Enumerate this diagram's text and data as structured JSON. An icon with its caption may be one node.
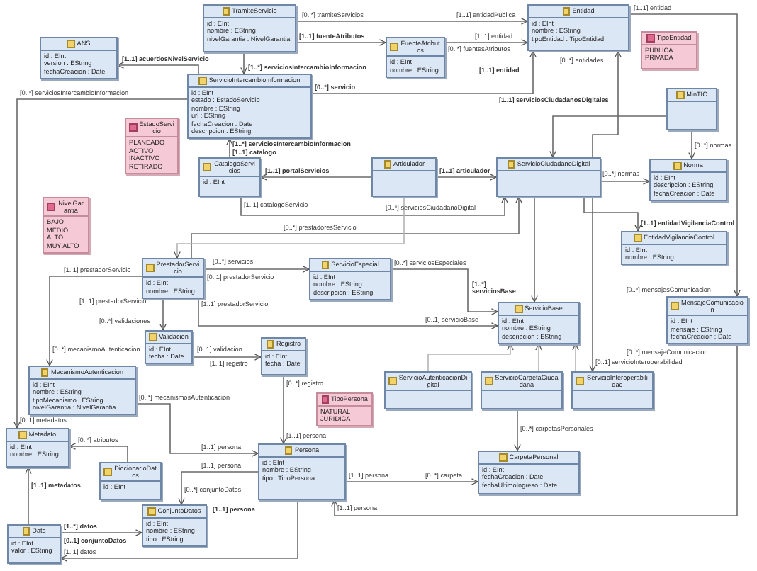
{
  "diagram": {
    "nodes": [
      {
        "text": [
          "TramiteServicio",
          "id : EInt",
          "nombre : EString",
          "nivelGarantia : NivelGarantia"
        ]
      },
      {
        "text": [
          "ANS",
          "id : EInt",
          "version : EString",
          "fechaCreacion : Date"
        ]
      },
      {
        "text": [
          "Entidad",
          "id : EInt",
          "nombre : EString",
          "tipoEntidad : TipoEntidad"
        ]
      },
      {
        "text": [
          "FuenteAtributos",
          "id : EInt",
          "nombre : EString"
        ]
      },
      {
        "text": [
          "ServicioIntercambioInformacion",
          "id : EInt",
          "estado : EstadoServicio",
          "nombre : EString",
          "url : EString",
          "fechaCreacion : Date",
          "descripcion : EString"
        ]
      },
      {
        "text": [
          "TipoEntidad",
          "PUBLICA",
          "PRIVADA"
        ]
      },
      {
        "text": [
          "EstadoServicio",
          "PLANEADO",
          "ACTIVO",
          "INACTIVO",
          "RETIRADO"
        ]
      },
      {
        "text": [
          "MinTIC"
        ]
      },
      {
        "text": [
          "CatalogoServicios",
          "id : EInt"
        ]
      },
      {
        "text": [
          "Articulador"
        ]
      },
      {
        "text": [
          "ServicioCiudadanoDigital"
        ]
      },
      {
        "text": [
          "Norma",
          "id : EInt",
          "descripcion : EString",
          "fechaCreacion : Date"
        ]
      },
      {
        "text": [
          "NivelGarantia",
          "BAJO",
          "MEDIO",
          "ALTO",
          "MUY ALTO"
        ]
      },
      {
        "text": [
          "EntidadVigilanciaControl",
          "id : EInt",
          "nombre : EString"
        ]
      },
      {
        "text": [
          "PrestadorServicio",
          "id : EInt",
          "nombre : EString"
        ]
      },
      {
        "text": [
          "ServicioEspecial",
          "id : EInt",
          "nombre : EString",
          "descripcion : EString"
        ]
      },
      {
        "text": [
          "MensajeComunicacion",
          "id : EInt",
          "mensaje : EString",
          "fechaCreacion : Date"
        ]
      },
      {
        "text": [
          "ServicioBase",
          "id : EInt",
          "nombre : EString",
          "descripcion : EString"
        ]
      },
      {
        "text": [
          "Validacion",
          "id : EInt",
          "fecha : Date"
        ]
      },
      {
        "text": [
          "MecanismoAutenticacion",
          "id : EInt",
          "nombre : EString",
          "tipoMecanismo : EString",
          "nivelGarantia : NivelGarantia"
        ]
      },
      {
        "text": [
          "Registro",
          "id : EInt",
          "fecha : Date"
        ]
      },
      {
        "text": [
          "ServicioAutenticacionDigital"
        ]
      },
      {
        "text": [
          "ServicioCarpetaCiudadana"
        ]
      },
      {
        "text": [
          "ServicioInteroperabilidad"
        ]
      },
      {
        "text": [
          "TipoPersona",
          "NATURAL",
          "JURIDICA"
        ]
      },
      {
        "text": [
          "Metadato",
          "id : EInt",
          "nombre : EString"
        ]
      },
      {
        "text": [
          "Persona",
          "id : EInt",
          "nombre : EString",
          "tipo : TipoPersona"
        ]
      },
      {
        "text": [
          "DiccionarioDatos",
          "id : EInt"
        ]
      },
      {
        "text": [
          "CarpetaPersonal",
          "id : EInt",
          "fechaCreacion : Date",
          "fechaUltimoIngreso : Date"
        ]
      },
      {
        "text": [
          "ConjuntoDatos",
          "id : EInt",
          "nombre : EString",
          "tipo : EString"
        ]
      },
      {
        "text": [
          "Dato",
          "id : EInt",
          "valor : EString"
        ]
      }
    ],
    "edges": [
      {
        "from": 4,
        "to": 1,
        "arrow": "to"
      },
      {
        "from": 0,
        "to": 2,
        "arrow": "to"
      },
      {
        "from": 0,
        "to": 4,
        "arrow": "to"
      },
      {
        "from": 0,
        "to": 3,
        "arrow": "to"
      },
      {
        "from": 3,
        "to": 2,
        "arrow": "to"
      },
      {
        "from": 4,
        "to": 2,
        "arrow": "to"
      },
      {
        "from": 10,
        "to": 2,
        "arrow": "to"
      },
      {
        "from": 2,
        "to": 16,
        "arrow": "to"
      },
      {
        "from": 16,
        "to": 26,
        "arrow": "to"
      },
      {
        "from": 26,
        "to": 28,
        "arrow": "to"
      },
      {
        "from": 22,
        "to": 28,
        "arrow": "to"
      },
      {
        "from": 10,
        "to": 23,
        "arrow": "to"
      },
      {
        "from": 10,
        "to": 17,
        "arrow": "to"
      },
      {
        "from": 10,
        "to": 13,
        "arrow": "to"
      },
      {
        "from": 10,
        "to": 11,
        "arrow": "to"
      },
      {
        "from": 7,
        "to": 11,
        "arrow": "to"
      },
      {
        "from": 7,
        "to": 10,
        "arrow": "to"
      },
      {
        "from": 9,
        "to": 10,
        "arrow": "to"
      },
      {
        "from": 9,
        "to": 8,
        "arrow": "to"
      },
      {
        "from": 8,
        "to": 4,
        "arrow": "to"
      },
      {
        "from": 8,
        "to": 10,
        "arrow": "to"
      },
      {
        "from": 14,
        "to": 10,
        "arrow": "to"
      },
      {
        "from": 9,
        "to": 14,
        "arrow": "to",
        "color": "#b4b4b4"
      },
      {
        "from": 14,
        "to": 15,
        "arrow": "to"
      },
      {
        "from": 15,
        "to": 17,
        "arrow": "to"
      },
      {
        "from": 14,
        "to": 17,
        "arrow": "to"
      },
      {
        "from": 14,
        "to": 18,
        "arrow": "to"
      },
      {
        "from": 14,
        "to": 19,
        "arrow": "to"
      },
      {
        "from": 18,
        "to": 20,
        "arrow": "to"
      },
      {
        "from": 20,
        "to": 26,
        "arrow": "to"
      },
      {
        "from": 19,
        "to": 26,
        "arrow": "to"
      },
      {
        "from": 26,
        "to": 29,
        "arrow": "to"
      },
      {
        "from": 27,
        "to": 25,
        "arrow": "to"
      },
      {
        "from": 4,
        "to": 25,
        "arrow": "to"
      },
      {
        "from": 30,
        "to": 25,
        "arrow": "to"
      },
      {
        "from": 30,
        "to": 29,
        "arrow": "to"
      },
      {
        "from": 26,
        "to": 30,
        "arrow": "to"
      },
      {
        "from": 21,
        "to": 17,
        "arrow": "to",
        "color": "#b4b4b4"
      },
      {
        "from": 22,
        "to": 17,
        "arrow": "to",
        "color": "#b4b4b4"
      },
      {
        "from": 23,
        "to": 17,
        "arrow": "to",
        "color": "#b4b4b4"
      }
    ],
    "labels": [
      "[1..1] acuerdosNivelServicio",
      "[0..*] tramiteServicios",
      "[1..1] entidadPublica",
      "[1..*] serviciosIntercambioInformacion",
      "[1..1] fuenteAtributos",
      "[0..*] fuentesAtributos",
      "[1..1] entidad",
      "[0..*] servicio",
      "[1..1] entidad",
      "[0..*] entidades",
      "[1..1] entidad",
      "[0..*] mensajesComunicacion",
      "[0..*] mensajeComunicacion",
      "[1..1] persona",
      "[1..1] persona",
      "[0..*] carpeta",
      "[0..*] carpetasPersonales",
      "[0..1] servicioInteroperabilidad",
      "[1..*] serviciosBase",
      "[1..1] entidadVigilanciaControl",
      "[0..*] normas",
      "[0..*] normas",
      "[1..1] serviciosCiudadanosDigitales",
      "[1..1] portalServicios",
      "[1..1] articulador",
      "[1..*] serviciosIntercambioInformacion",
      "[1..1] catalogo",
      "[1..1] catalogoServicio",
      "[0..*] serviciosCiudadanoDigital",
      "[0..*] prestadoresServicio",
      "[0..*] servicios",
      "[0..1] prestadorServicio",
      "[0..*] serviciosEspeciales",
      "[1..1] prestadorServicio",
      "[0..1] servicioBase",
      "[1..1] prestadorServicio",
      "[0..*] validaciones",
      "[1..1] prestadorServicio",
      "[0..*] mecanismoAutenticacion",
      "[0..1] validacion",
      "[1..1] registro",
      "[0..*] registro",
      "[1..1] persona",
      "[0..*] mecanismosAutenticacion",
      "[1..1] persona",
      "[1..1] persona",
      "[0..*] conjuntoDatos",
      "[0..*] atributos",
      "[0..*] serviciosIntercambioInformacion",
      "[0..1] metadatos",
      "[1..1] metadatos",
      "[1..*] datos",
      "[0..1] conjuntoDatos",
      "[1..1] persona",
      "[1..1] datos"
    ]
  }
}
